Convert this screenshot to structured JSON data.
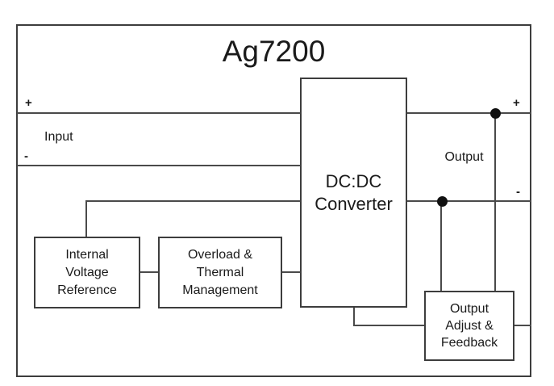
{
  "title": "Ag7200",
  "input": {
    "plus": "+",
    "minus": "-",
    "label": "Input"
  },
  "output": {
    "plus": "+",
    "minus": "-",
    "label": "Output"
  },
  "blocks": {
    "dcdc_converter": {
      "lines": [
        "DC:DC",
        "Converter"
      ]
    },
    "internal_voltage_reference": {
      "lines": [
        "Internal",
        "Voltage",
        "Reference"
      ]
    },
    "overload_thermal_management": {
      "lines": [
        "Overload &",
        "Thermal",
        "Management"
      ]
    },
    "output_adjust_feedback": {
      "lines": [
        "Output",
        "Adjust &",
        "Feedback"
      ]
    }
  },
  "colors": {
    "line": "#4a4a4a",
    "border": "#3d3d3d",
    "text": "#1a1a1a",
    "dot": "#111111",
    "background": "#ffffff"
  }
}
